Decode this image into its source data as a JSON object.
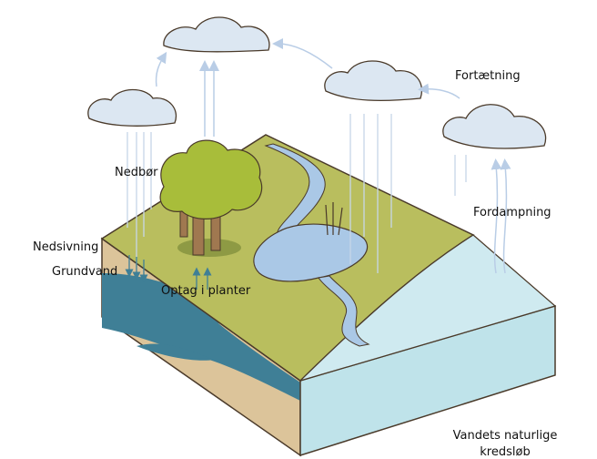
{
  "labels": {
    "condensation": "Fortætning",
    "evaporation": "Fordampning",
    "precipitation": "Nedbør",
    "infiltration": "Nedsivning",
    "groundwater": "Grundvand",
    "plant_uptake": "Optag i planter"
  },
  "title": {
    "line1": "Vandets naturlige",
    "line2": "kredsløb"
  },
  "colors": {
    "grass": "#b9be5e",
    "soil": "#dcc49a",
    "groundwater": "#3f7f96",
    "sea": "#bfe3ea",
    "lake": "#aac8e6",
    "tree": "#a8bd3a",
    "cloud": "#dce7f2",
    "arrow": "#b9cde6"
  }
}
